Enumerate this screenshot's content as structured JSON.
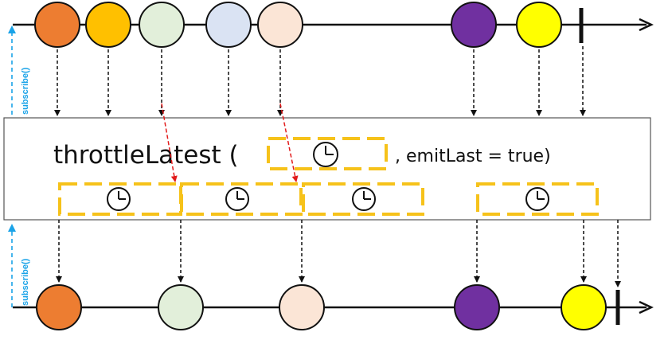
{
  "operator": {
    "name": "throttleLatest (",
    "param_suffix": ", emitLast = true)"
  },
  "subscribe_label_top": "subscribe()",
  "subscribe_label_bottom": "subscribe()",
  "colors": {
    "timeline": "#111111",
    "dashed_arrow": "#111111",
    "red_arrow": "#e21b1b",
    "subscribe": "#1aa3e8",
    "window_border": "#f6c21a",
    "orange": "#ed7d31",
    "gold": "#ffc000",
    "light_green": "#e2efda",
    "light_blue": "#dae3f3",
    "peach": "#fbe5d6",
    "purple": "#7030a0",
    "yellow": "#ffff00"
  },
  "upstream": [
    {
      "color": "orange",
      "icon": "marble-circle"
    },
    {
      "color": "gold",
      "icon": "marble-circle"
    },
    {
      "color": "light_green",
      "icon": "marble-circle"
    },
    {
      "color": "light_blue",
      "icon": "marble-circle"
    },
    {
      "color": "peach",
      "icon": "marble-circle"
    },
    {
      "color": "purple",
      "icon": "marble-circle"
    },
    {
      "color": "yellow",
      "icon": "marble-circle"
    }
  ],
  "downstream": [
    {
      "color": "orange",
      "icon": "marble-circle"
    },
    {
      "color": "light_green",
      "icon": "marble-circle"
    },
    {
      "color": "peach",
      "icon": "marble-circle"
    },
    {
      "color": "purple",
      "icon": "marble-circle"
    },
    {
      "color": "yellow",
      "icon": "marble-circle"
    }
  ],
  "time_windows": 4,
  "icons": [
    "clock-icon",
    "completion-marker-icon",
    "arrow-head-icon"
  ]
}
